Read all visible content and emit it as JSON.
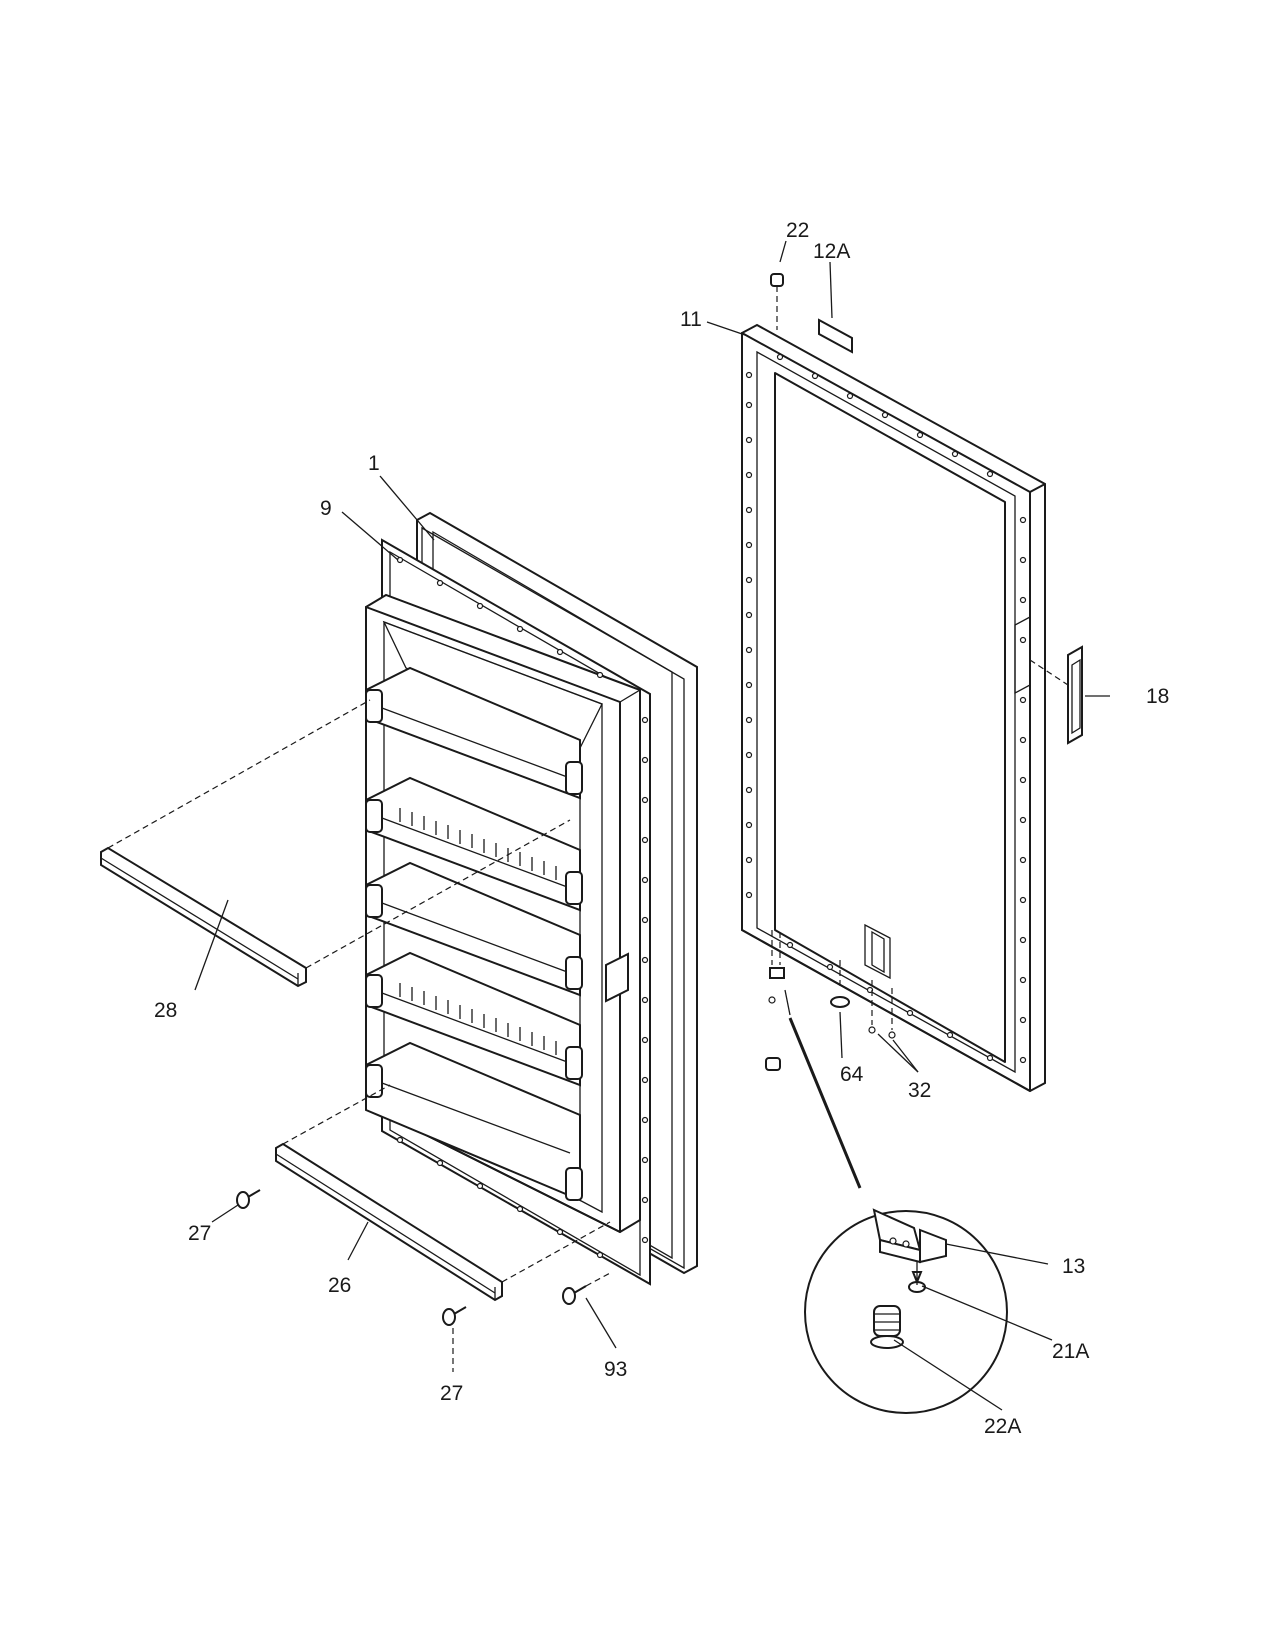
{
  "diagram": {
    "callouts": {
      "c1": "1",
      "c9": "9",
      "c28": "28",
      "c26": "26",
      "c27a": "27",
      "c27b": "27",
      "c93": "93",
      "c22": "22",
      "c12A": "12A",
      "c11": "11",
      "c18": "18",
      "c64": "64",
      "c32": "32",
      "c13": "13",
      "c21A": "21A",
      "c22A": "22A"
    }
  }
}
